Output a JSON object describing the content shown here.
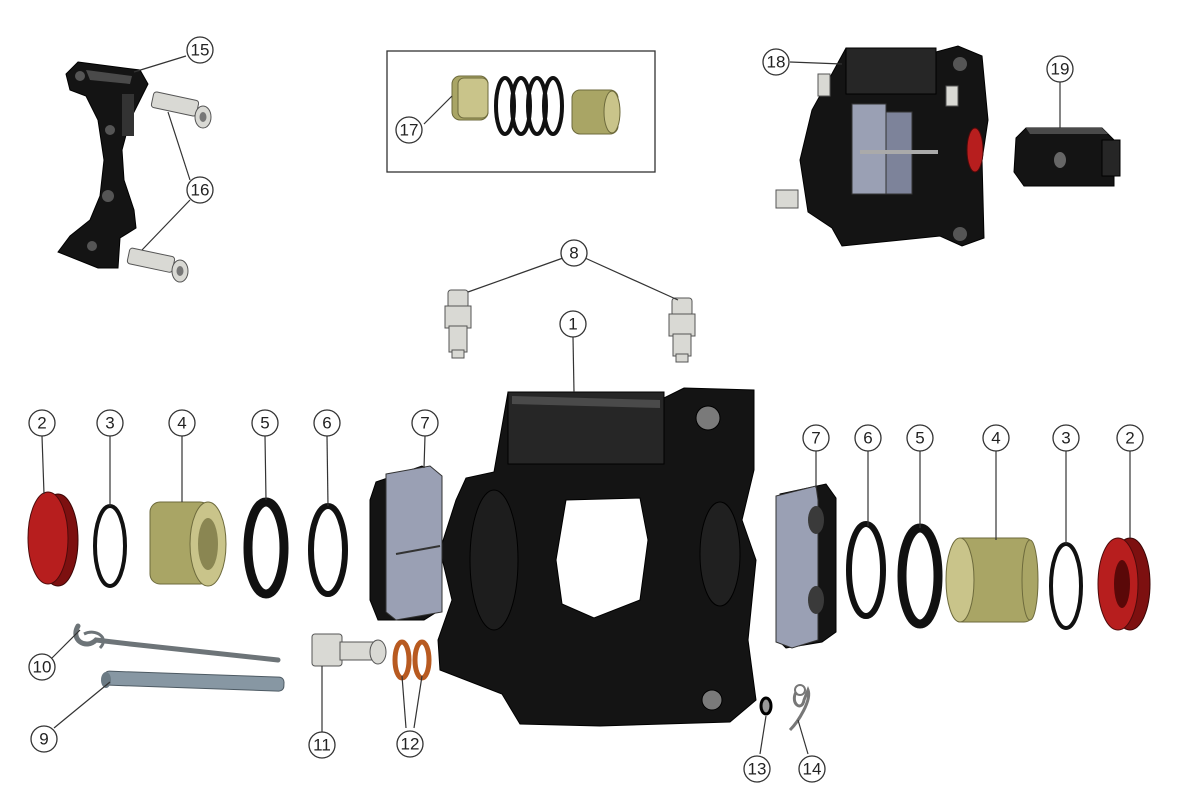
{
  "diagram": {
    "callouts": [
      {
        "id": "c1",
        "label": "1"
      },
      {
        "id": "c2l",
        "label": "2"
      },
      {
        "id": "c3l",
        "label": "3"
      },
      {
        "id": "c4l",
        "label": "4"
      },
      {
        "id": "c5l",
        "label": "5"
      },
      {
        "id": "c6l",
        "label": "6"
      },
      {
        "id": "c7l",
        "label": "7"
      },
      {
        "id": "c7r",
        "label": "7"
      },
      {
        "id": "c6r",
        "label": "6"
      },
      {
        "id": "c5r",
        "label": "5"
      },
      {
        "id": "c4r",
        "label": "4"
      },
      {
        "id": "c3r",
        "label": "3"
      },
      {
        "id": "c2r",
        "label": "2"
      },
      {
        "id": "c8",
        "label": "8"
      },
      {
        "id": "c9",
        "label": "9"
      },
      {
        "id": "c10",
        "label": "10"
      },
      {
        "id": "c11",
        "label": "11"
      },
      {
        "id": "c12",
        "label": "12"
      },
      {
        "id": "c13",
        "label": "13"
      },
      {
        "id": "c14",
        "label": "14"
      },
      {
        "id": "c15",
        "label": "15"
      },
      {
        "id": "c16",
        "label": "16"
      },
      {
        "id": "c17",
        "label": "17"
      },
      {
        "id": "c18",
        "label": "18"
      },
      {
        "id": "c19",
        "label": "19"
      }
    ],
    "colors": {
      "body": "#141414",
      "piston": "#c9c48a",
      "dust_cap": "#b71e1e",
      "pad": "#9aa0b4",
      "steel": "#d9d9d4",
      "rod": "#8797a3"
    }
  }
}
